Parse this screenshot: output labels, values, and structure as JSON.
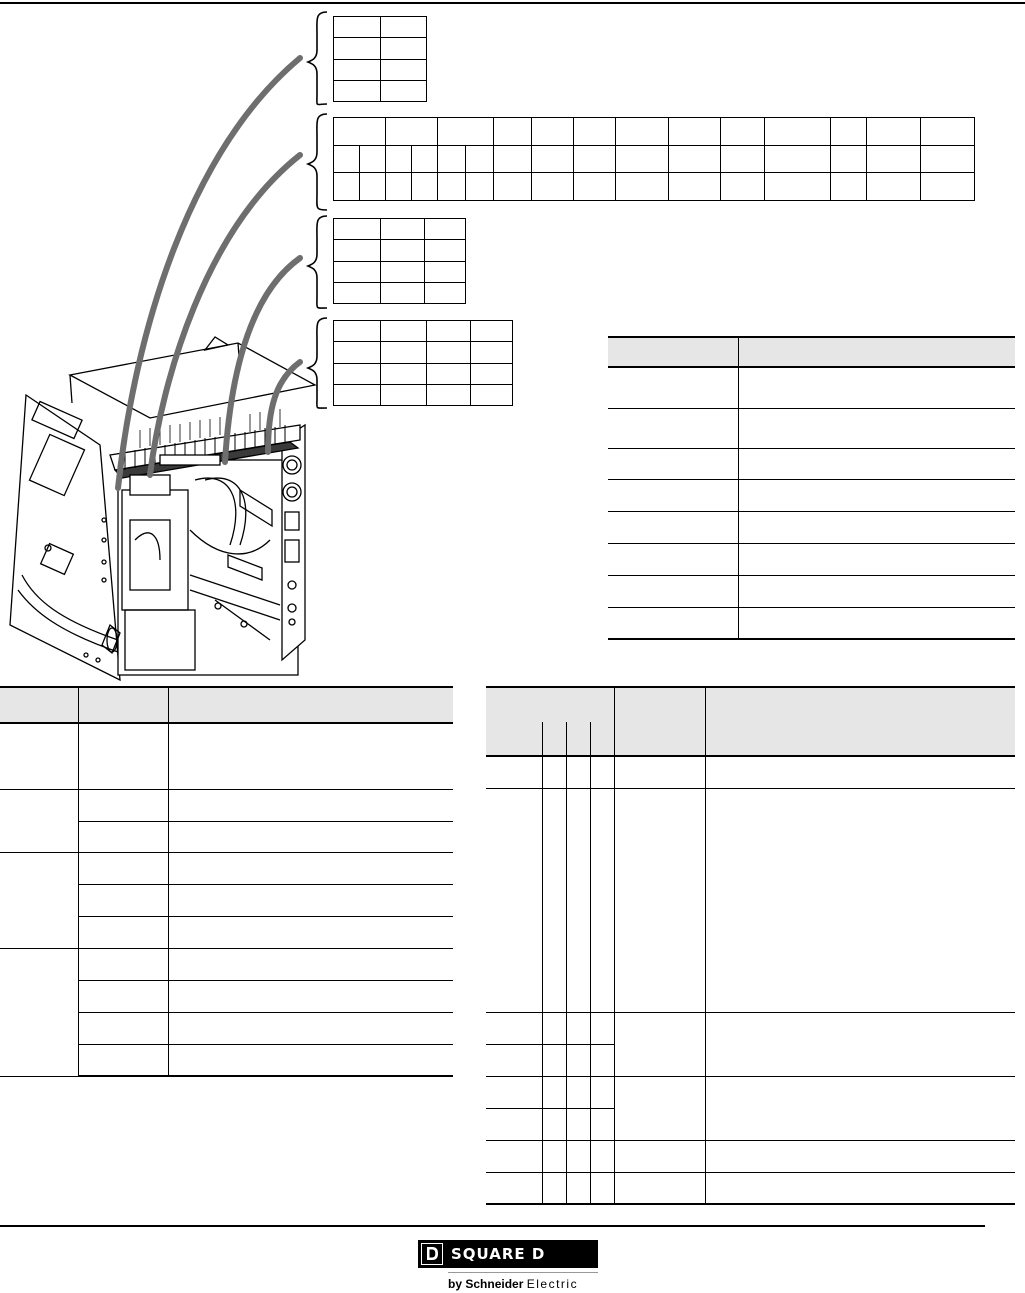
{
  "brand": {
    "logo_text": "SQUARE D",
    "byline_prefix": "by",
    "byline_company": "Schneider",
    "byline_suffix": "Electric",
    "colors": {
      "bar": "#000000",
      "text": "#ffffff"
    }
  },
  "colors": {
    "header_fill": "#e6e6e6",
    "lead_line": "#6e6e6e",
    "rule": "#000000"
  },
  "icons": [
    "brace-icon",
    "logo-d-icon"
  ]
}
